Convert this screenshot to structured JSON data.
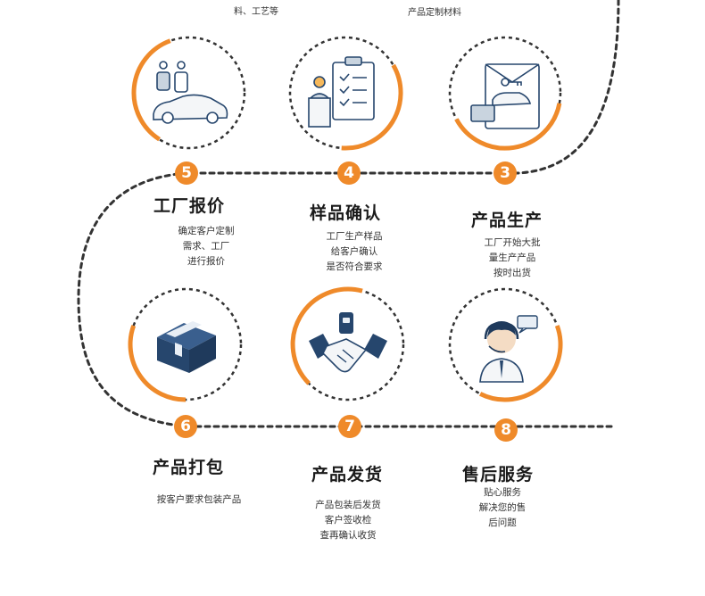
{
  "top_notes": [
    "料、工艺等",
    "产品定制材料"
  ],
  "steps": [
    {
      "number": "3",
      "title": "产品生产",
      "desc": [
        "工厂开始大批",
        "量生产产品",
        "按时出货"
      ],
      "icon": "car-key-production-icon"
    },
    {
      "number": "4",
      "title": "样品确认",
      "desc": [
        "工厂生产样品",
        "给客户确认",
        "是否符合要求"
      ],
      "icon": "checklist-clerk-icon"
    },
    {
      "number": "5",
      "title": "工厂报价",
      "desc": [
        "确定客户定制",
        "需求、工厂",
        "进行报价"
      ],
      "icon": "car-dealer-icon"
    },
    {
      "number": "6",
      "title": "产品打包",
      "desc": [
        "按客户要求包装产品"
      ],
      "icon": "package-box-icon"
    },
    {
      "number": "7",
      "title": "产品发货",
      "desc": [
        "产品包装后发货",
        "客户签收检",
        "查再确认收货"
      ],
      "icon": "handshake-icon"
    },
    {
      "number": "8",
      "title": "售后服务",
      "desc": [
        "贴心服务",
        "解决您的售",
        "后问题"
      ],
      "icon": "support-agent-icon"
    }
  ],
  "colors": {
    "accent": "#ef8a2a",
    "line": "#333333",
    "icon_blue": "#26466d"
  }
}
